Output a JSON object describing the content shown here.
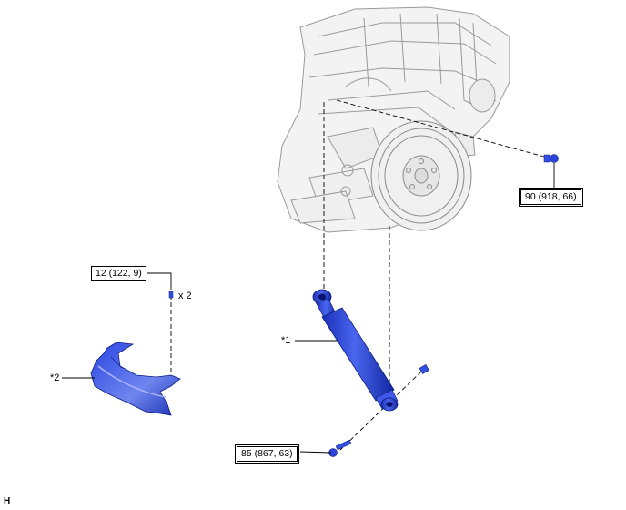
{
  "callouts": {
    "shock_absorber": "*1",
    "spring_bumper": "*2"
  },
  "quantity": "x 2",
  "torques": {
    "upper_bolt": "90 (918, 66)",
    "lower_bolt": "85 (867, 63)",
    "small_bolt": "12 (122, 9)"
  },
  "corner_mark": "H",
  "colors": {
    "part_blue": "#2040d8",
    "part_blue_light": "#6f86f0",
    "body_gray": "#9a9a9a",
    "line": "#000000"
  }
}
